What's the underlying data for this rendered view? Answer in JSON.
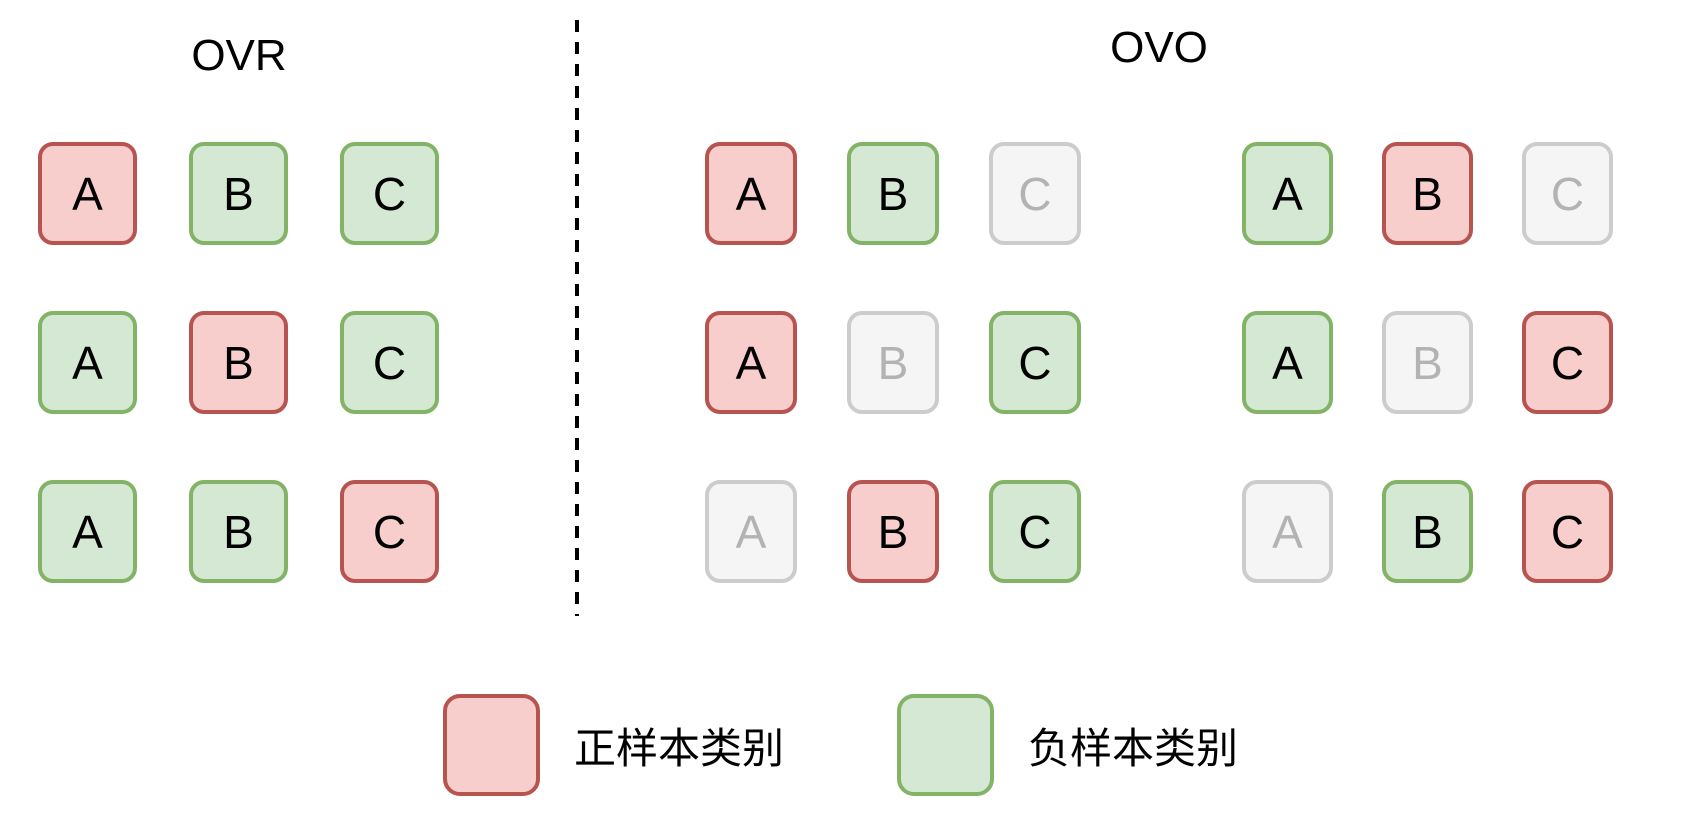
{
  "colors": {
    "positive_fill": "#f8cecc",
    "positive_border": "#b85450",
    "negative_fill": "#d5e8d4",
    "negative_border": "#82b366",
    "excluded_fill": "#f5f5f5",
    "excluded_border": "#cccccc",
    "excluded_text": "#b3b3b3",
    "divider": "#000000"
  },
  "ovr": {
    "title": "OVR",
    "rows": [
      {
        "cells": [
          {
            "label": "A",
            "state": "positive"
          },
          {
            "label": "B",
            "state": "negative"
          },
          {
            "label": "C",
            "state": "negative"
          }
        ]
      },
      {
        "cells": [
          {
            "label": "A",
            "state": "negative"
          },
          {
            "label": "B",
            "state": "positive"
          },
          {
            "label": "C",
            "state": "negative"
          }
        ]
      },
      {
        "cells": [
          {
            "label": "A",
            "state": "negative"
          },
          {
            "label": "B",
            "state": "negative"
          },
          {
            "label": "C",
            "state": "positive"
          }
        ]
      }
    ]
  },
  "ovo": {
    "title": "OVO",
    "groups": [
      {
        "rows": [
          {
            "cells": [
              {
                "label": "A",
                "state": "positive"
              },
              {
                "label": "B",
                "state": "negative"
              },
              {
                "label": "C",
                "state": "excluded"
              }
            ]
          },
          {
            "cells": [
              {
                "label": "A",
                "state": "positive"
              },
              {
                "label": "B",
                "state": "excluded"
              },
              {
                "label": "C",
                "state": "negative"
              }
            ]
          },
          {
            "cells": [
              {
                "label": "A",
                "state": "excluded"
              },
              {
                "label": "B",
                "state": "positive"
              },
              {
                "label": "C",
                "state": "negative"
              }
            ]
          }
        ]
      },
      {
        "rows": [
          {
            "cells": [
              {
                "label": "A",
                "state": "negative"
              },
              {
                "label": "B",
                "state": "positive"
              },
              {
                "label": "C",
                "state": "excluded"
              }
            ]
          },
          {
            "cells": [
              {
                "label": "A",
                "state": "negative"
              },
              {
                "label": "B",
                "state": "excluded"
              },
              {
                "label": "C",
                "state": "positive"
              }
            ]
          },
          {
            "cells": [
              {
                "label": "A",
                "state": "excluded"
              },
              {
                "label": "B",
                "state": "negative"
              },
              {
                "label": "C",
                "state": "positive"
              }
            ]
          }
        ]
      }
    ]
  },
  "legend": {
    "items": [
      {
        "label": "正样本类别",
        "state": "positive"
      },
      {
        "label": "负样本类别",
        "state": "negative"
      }
    ]
  }
}
